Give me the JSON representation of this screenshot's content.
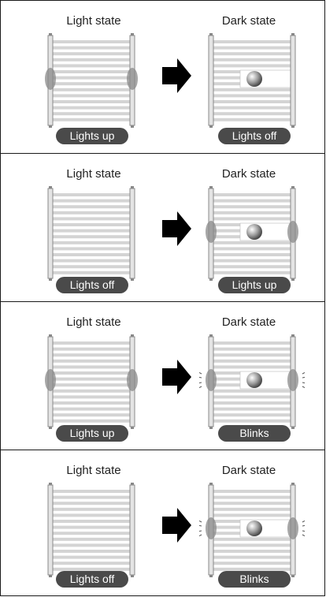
{
  "panels": [
    {
      "left_title": "Light state",
      "right_title": "Dark state",
      "left_label": "Lights up",
      "right_label": "Lights off",
      "left_lit": true,
      "right_lit": false,
      "blinks": false
    },
    {
      "left_title": "Light state",
      "right_title": "Dark state",
      "left_label": "Lights off",
      "right_label": "Lights up",
      "left_lit": false,
      "right_lit": true,
      "blinks": false
    },
    {
      "left_title": "Light state",
      "right_title": "Dark state",
      "left_label": "Lights up",
      "right_label": "Blinks",
      "left_lit": true,
      "right_lit": true,
      "blinks": true
    },
    {
      "left_title": "Light state",
      "right_title": "Dark state",
      "left_label": "Lights off",
      "right_label": "Blinks",
      "left_lit": false,
      "right_lit": true,
      "blinks": true
    }
  ],
  "icons": {
    "arrow": "right-arrow-icon",
    "sensor": "light-curtain-icon",
    "object": "ball-icon"
  },
  "colors": {
    "pill": "#4a4a4a",
    "arrow": "#000000",
    "beam": "#c8c8c8",
    "glow": "#8a8a8a"
  }
}
